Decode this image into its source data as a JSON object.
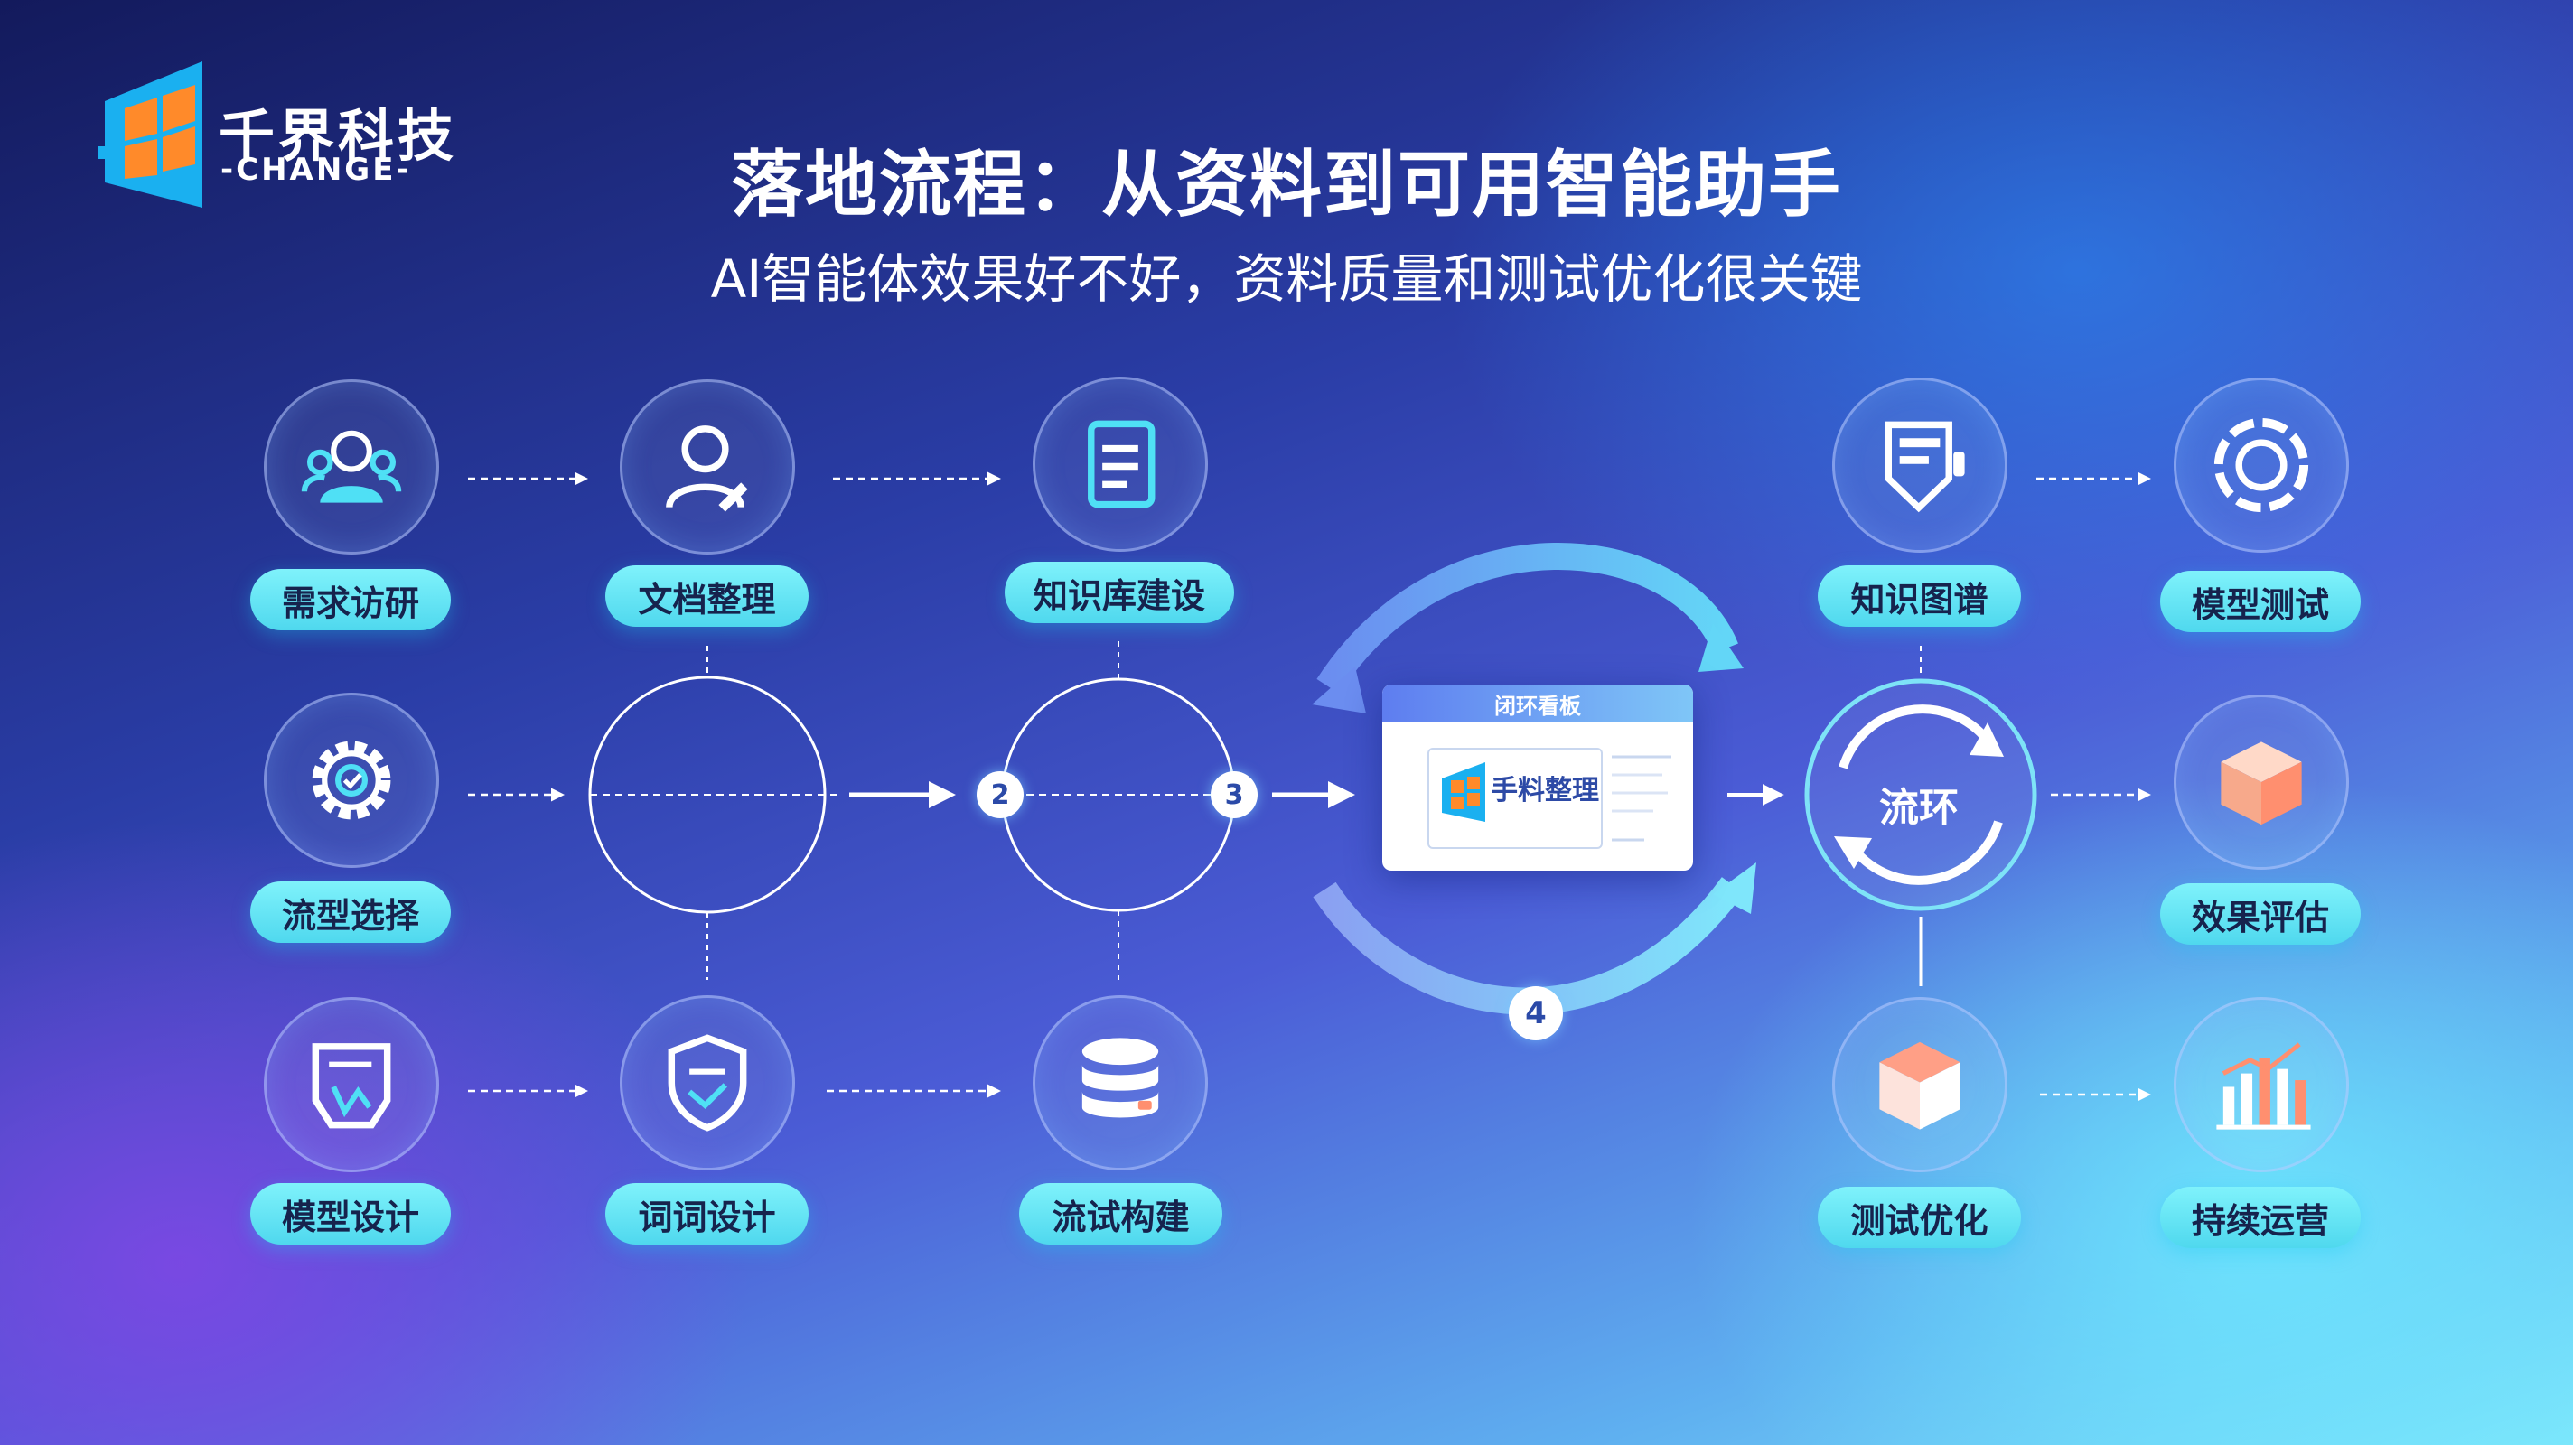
{
  "logo": {
    "name": "千界科技",
    "sub": "-CHANGE-"
  },
  "title": "落地流程：从资料到可用智能助手",
  "subtitle": "AI智能体效果好不好，资料质量和测试优化很关键",
  "steps": {
    "s1": "需求访研",
    "s2": "文档整理",
    "s3": "知识库建设",
    "s4": "流型选择",
    "s5": "模型设计",
    "s6": "词词设计",
    "s7": "流试构建",
    "s8": "知识图谱",
    "s9": "模型测试",
    "s10": "效果评估",
    "s11": "测试优化",
    "s12": "持续运营"
  },
  "badges": {
    "b2": "2",
    "b3": "3",
    "b4": "4"
  },
  "dashboard": {
    "header": "闭环看板",
    "text": "手料整理"
  },
  "loop": {
    "label": "流环"
  },
  "colors": {
    "pill": "#5fe3f2",
    "accent": "#4fd8ee",
    "icon": "#ffffff",
    "icon_accent": "#4fe0f5"
  }
}
